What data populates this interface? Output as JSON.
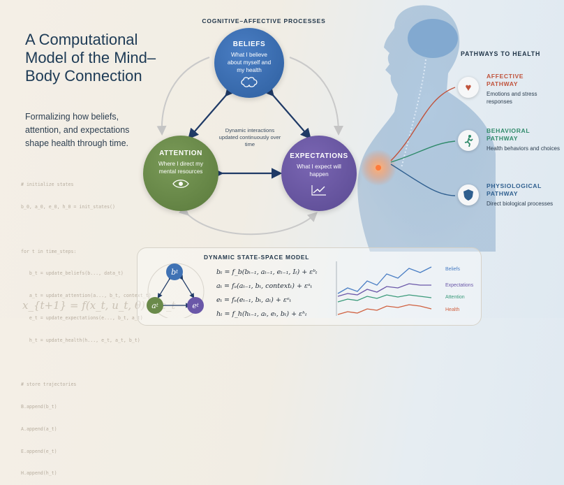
{
  "left": {
    "title": "A Computational Model of the Mind–Body Connection",
    "subtitle": "Formalizing how beliefs, attention, and expectations shape health through time.",
    "code_lines": [
      "# initialize states",
      "b_0, a_0, e_0, h_0 = init_states()",
      "",
      "for t in time_steps:",
      "   b_t = update_beliefs(b..., data_t)",
      "   a_t = update_attention(a..., b_t, context_t)",
      "   e_t = update_expectations(e..., b_t, a_t)",
      "   h_t = update_health(h..., e_t, a_t, b_t)",
      "",
      "# store trajectories",
      "B.append(b_t)",
      "A.append(a_t)",
      "E.append(e_t)",
      "H.append(h_t)"
    ],
    "code_equation": "x_{t+1} = f(x_t, u_t, θ) + ε_t"
  },
  "center": {
    "title": "COGNITIVE–AFFECTIVE PROCESSES",
    "middle_text": "Dynamic interactions updated continuously over time",
    "beliefs": {
      "title": "BELIEFS",
      "text": "What I believe about myself and my health",
      "icon": "brain-icon"
    },
    "attention": {
      "title": "ATTENTION",
      "text": "Where I direct my mental resources",
      "icon": "eye-icon"
    },
    "expectations": {
      "title": "EXPECTATIONS",
      "text": "What I expect will happen",
      "icon": "trend-chart-icon"
    }
  },
  "pathways": {
    "title": "PATHWAYS TO HEALTH",
    "items": [
      {
        "name": "AFFECTIVE PATHWAY",
        "desc": "Emotions and stress responses",
        "color": "#c0533c",
        "icon": "heart-hand-icon"
      },
      {
        "name": "BEHAVIORAL PATHWAY",
        "desc": "Health behaviors and choices",
        "color": "#2f8a6a",
        "icon": "running-person-icon"
      },
      {
        "name": "PHYSIOLOGICAL PATHWAY",
        "desc": "Direct biological processes",
        "color": "#2f5f8f",
        "icon": "shield-icon"
      }
    ]
  },
  "model": {
    "title": "DYNAMIC STATE-SPACE MODEL",
    "nodes": {
      "b": "b",
      "a": "a",
      "e": "e",
      "sub": "t"
    },
    "equations": [
      "bₜ = f_b(bₜ₋₁, aₜ₋₁, eₜ₋₁, Iₜ) + εᵇₜ",
      "aₜ = fₐ(aₜ₋₁, bₜ, contextₜ) + εᵃₜ",
      "eₜ = fₑ(eₜ₋₁, bₜ, aₜ) + εᵉₜ",
      "hₜ = f_h(hₜ₋₁, aₜ, eₜ, bₜ) + εʰₜ"
    ],
    "legend": [
      {
        "name": "Beliefs",
        "color": "#4a7ec4"
      },
      {
        "name": "Expectations",
        "color": "#6a57a8"
      },
      {
        "name": "Attention",
        "color": "#3a9a7a"
      },
      {
        "name": "Health",
        "color": "#d0603f"
      }
    ]
  },
  "colors": {
    "beliefs": "#2e5f9f",
    "attention": "#5a7a3c",
    "expectations": "#5a4a92",
    "affective": "#c0533c",
    "behavioral": "#2f8a6a",
    "physiological": "#2f5f8f"
  }
}
